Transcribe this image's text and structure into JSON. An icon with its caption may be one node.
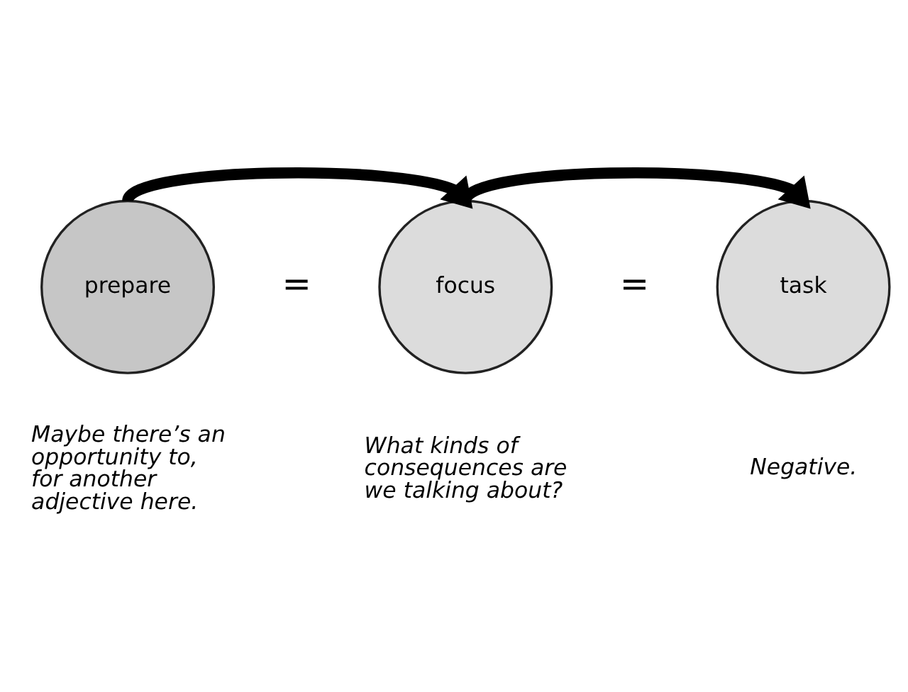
{
  "diagram": {
    "nodes": [
      {
        "text": [
          "prepare"
        ],
        "beside": [
          "Maybe there’s an opportunity to, for another adjective here."
        ]
      },
      {
        "text": [
          "focus"
        ],
        "beside": [
          "What kinds of consequences are we talking about?"
        ]
      },
      {
        "text": [
          "task"
        ],
        "beside": [
          "Negative."
        ]
      }
    ],
    "edges": [
      {
        "from": 0,
        "to": 1,
        "arrow": "to"
      },
      {
        "from": 1,
        "to": 2,
        "arrow": "to"
      }
    ],
    "labels": [
      "=",
      "="
    ]
  }
}
